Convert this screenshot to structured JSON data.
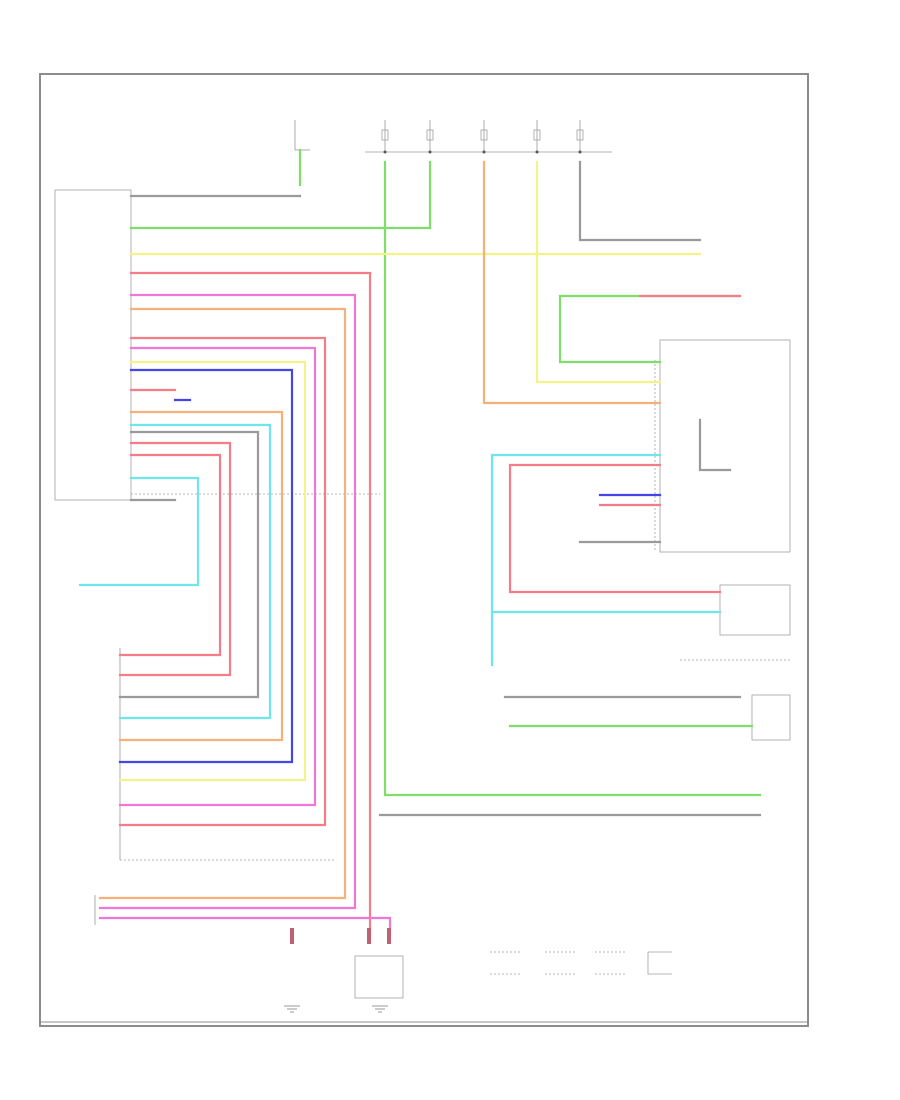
{
  "colors": {
    "green": "#7ddf6a",
    "yellow": "#f4f28a",
    "orange": "#f7b07a",
    "red": "#f47d88",
    "pink": "#ee77d8",
    "blue": "#4545e8",
    "cyan": "#6fe6ea",
    "gray": "#9a9a9a",
    "frame": "#8c8c8c"
  },
  "icons": [
    "ground-symbol",
    "connector-pin",
    "fuse",
    "switch"
  ]
}
